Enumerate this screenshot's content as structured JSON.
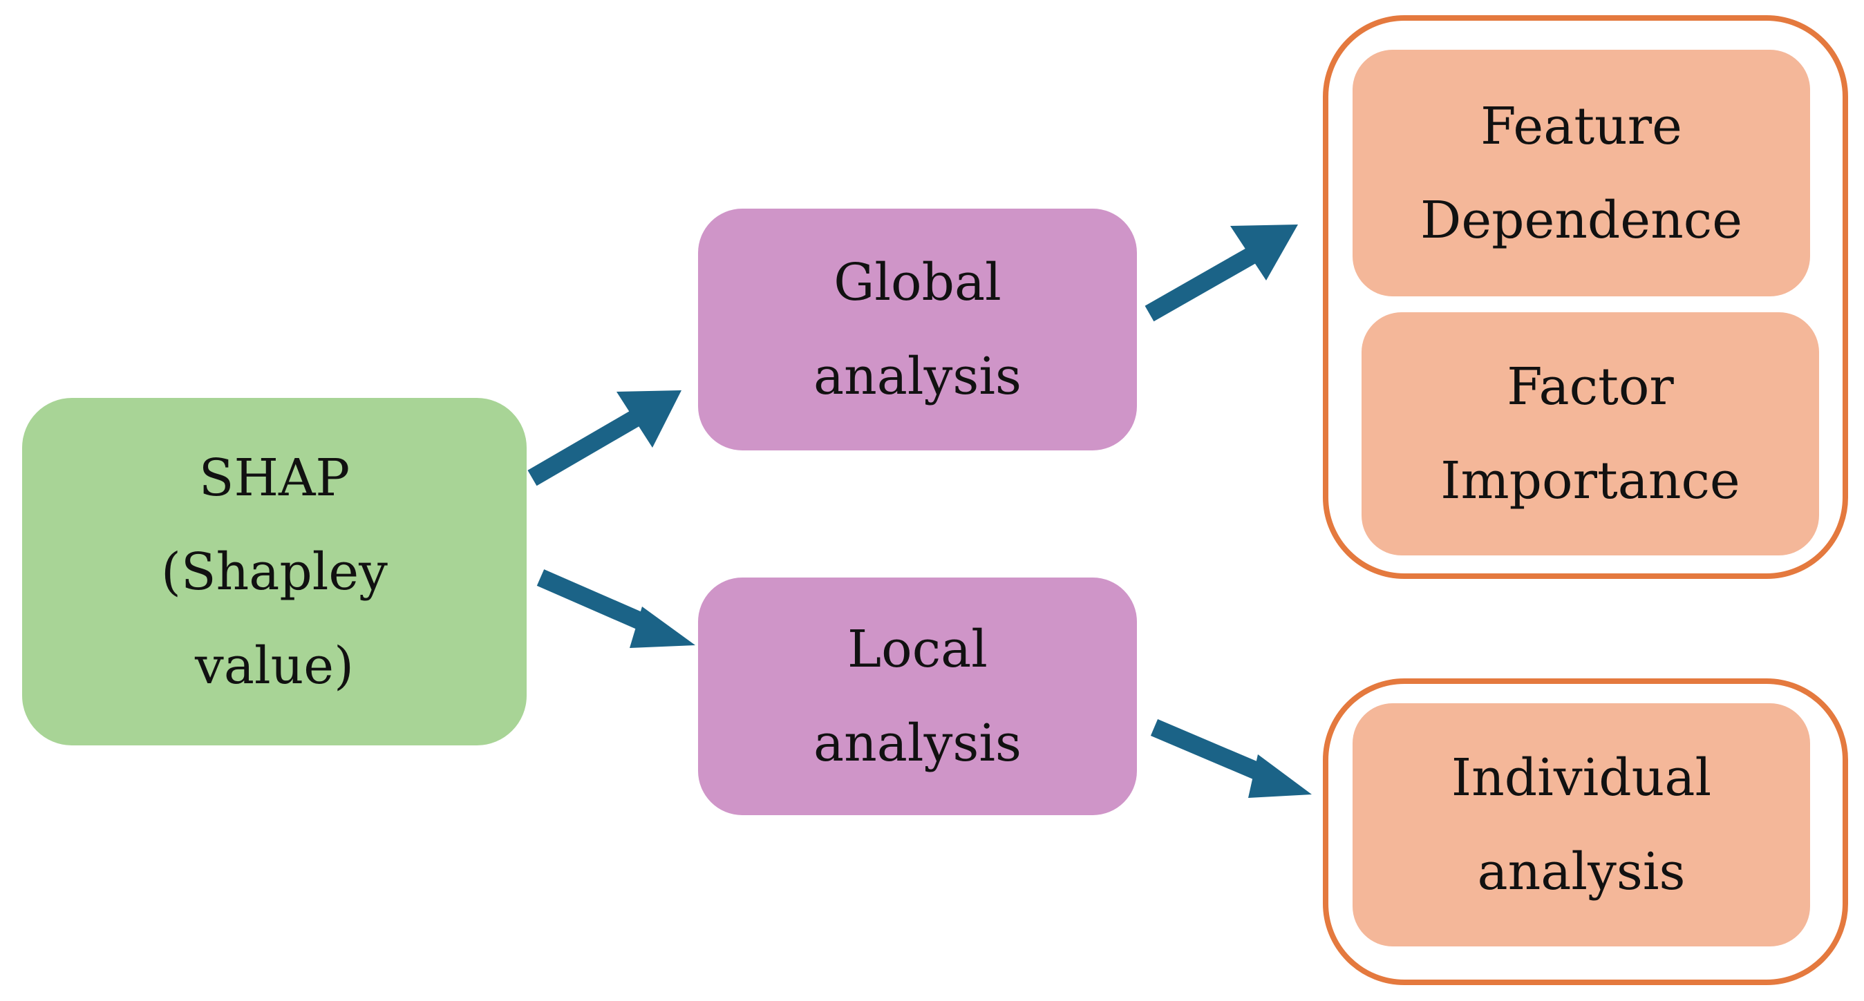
{
  "diagram": {
    "nodes": [
      {
        "id": "shap",
        "lines": [
          "SHAP",
          "(Shapley",
          "value)"
        ],
        "color": "#a8d496"
      },
      {
        "id": "global",
        "lines": [
          "Global",
          "analysis"
        ],
        "color": "#cf95c8"
      },
      {
        "id": "local",
        "lines": [
          "Local",
          "analysis"
        ],
        "color": "#cf95c8"
      },
      {
        "id": "feature-dependence",
        "lines": [
          "Feature",
          "Dependence"
        ],
        "color": "#f4b799"
      },
      {
        "id": "factor-importance",
        "lines": [
          "Factor",
          "Importance"
        ],
        "color": "#f4b799"
      },
      {
        "id": "individual",
        "lines": [
          "Individual",
          "analysis"
        ],
        "color": "#f4b799"
      }
    ],
    "group_border_color": "#e4793e",
    "arrow_color": "#1b6387",
    "edges": [
      {
        "from": "shap",
        "to": "global"
      },
      {
        "from": "shap",
        "to": "local"
      },
      {
        "from": "global",
        "to": "global-outcomes-group"
      },
      {
        "from": "local",
        "to": "local-outcomes-group"
      }
    ]
  }
}
